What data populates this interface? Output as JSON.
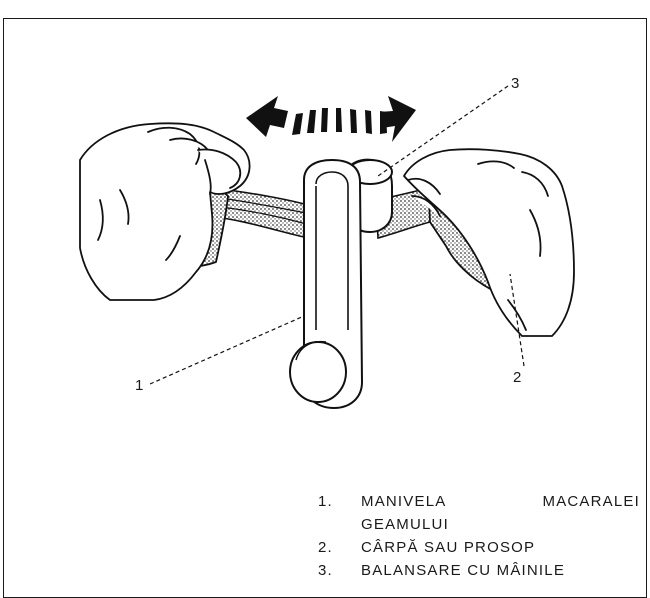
{
  "callouts": {
    "one": "1",
    "two": "2",
    "three": "3"
  },
  "legend": {
    "item1": {
      "number": "1.",
      "text": "MANIVELA MACARALEI",
      "continuation": "GEAMULUI"
    },
    "item2": {
      "number": "2.",
      "text": "CÂRPĂ SAU PROSOP"
    },
    "item3": {
      "number": "3.",
      "text": "BALANSARE CU MÂINILE"
    }
  },
  "icons": {
    "arrow": "double-headed-arrow-icon",
    "crank": "window-crank-handle-icon",
    "hands": "hands-holding-cloth-icon"
  }
}
